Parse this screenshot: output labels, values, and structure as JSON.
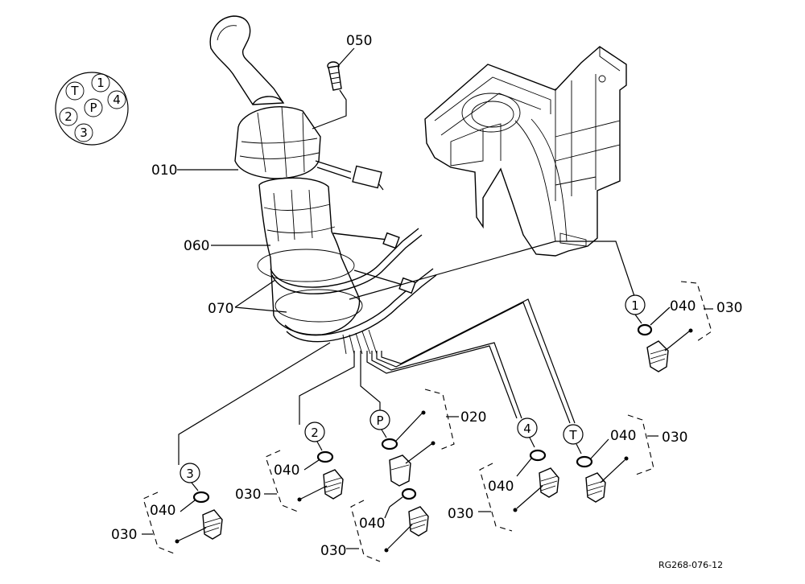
{
  "port_legend": {
    "ports": [
      "T",
      "1",
      "4",
      "P",
      "2",
      "3"
    ]
  },
  "part_labels": {
    "p010": "010",
    "p020": "020",
    "p030": "030",
    "p040": "040",
    "p050": "050",
    "p060": "060",
    "p070": "070"
  },
  "port_callouts": {
    "c1": "1",
    "c2": "2",
    "c3": "3",
    "c4": "4",
    "cP": "P",
    "cT": "T"
  },
  "reference_code": "RG268-076-12"
}
